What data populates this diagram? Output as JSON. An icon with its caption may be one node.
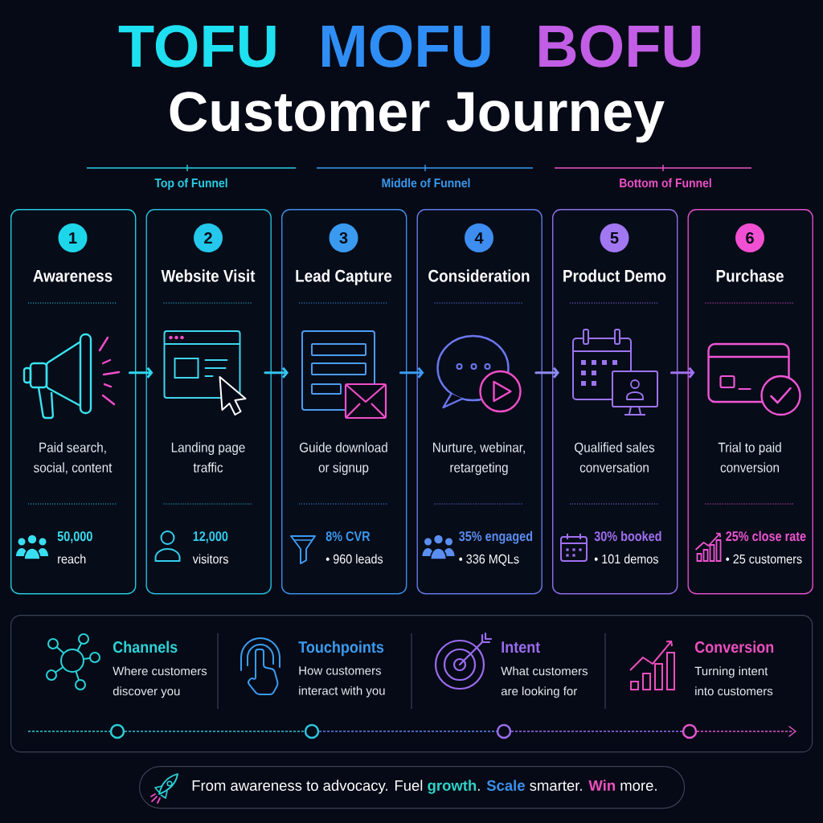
{
  "diagram": {
    "title": "Customer Journey",
    "nodes": [
      {
        "text": [
          "1",
          "Awareness",
          "Paid search, social, content",
          "50,000",
          "reach"
        ]
      },
      {
        "text": [
          "2",
          "Website Visit",
          "Landing page traffic",
          "12,000",
          "visitors"
        ]
      },
      {
        "text": [
          "3",
          "Lead Capture",
          "Guide download or signup",
          "8% CVR",
          "• 960 leads"
        ]
      },
      {
        "text": [
          "4",
          "Consideration",
          "Nurture, webinar, retargeting",
          "35% engaged",
          "• 336 MQLs"
        ]
      },
      {
        "text": [
          "5",
          "Product Demo",
          "Qualified sales conversation",
          "30% booked",
          "• 101 demos"
        ]
      },
      {
        "text": [
          "6",
          "Purchase",
          "Trial to paid conversion",
          "25% close rate",
          "• 25 customers"
        ]
      },
      {
        "text": [
          "Channels",
          "Where customers discover you",
          "Touchpoints",
          "How customers interact with you",
          "Intent",
          "What customers are looking for",
          "Conversion",
          "Turning intent into customers"
        ]
      },
      {
        "text": [
          "From awareness to advocacy. Fuel **growth**. **Scale** smarter. **Win** more."
        ]
      }
    ],
    "edges": [
      {
        "from": 0,
        "to": 1,
        "arrow": "to",
        "color": "#2fd6ee"
      },
      {
        "from": 1,
        "to": 2,
        "arrow": "to",
        "color": "#33c6ee"
      },
      {
        "from": 2,
        "to": 3,
        "arrow": "to",
        "color": "#3a9cf2"
      },
      {
        "from": 3,
        "to": 4,
        "arrow": "to",
        "color": "#8c8cf0"
      },
      {
        "from": 4,
        "to": 5,
        "arrow": "to",
        "color": "#a070f0"
      }
    ],
    "labels": [
      "TOFU",
      "MOFU",
      "BOFU",
      "Top of Funnel",
      "Middle of Funnel",
      "Bottom of Funnel"
    ]
  }
}
